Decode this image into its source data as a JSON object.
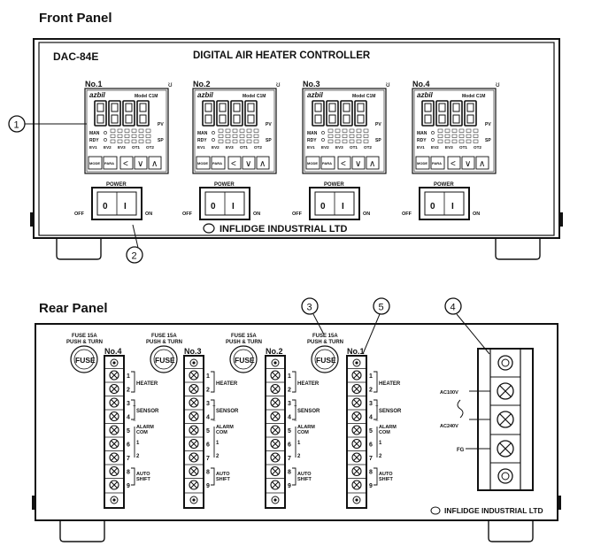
{
  "front": {
    "heading": "Front Panel",
    "model": "DAC-84E",
    "title": "DIGITAL AIR HEATER CONTROLLER",
    "company": "INFLIDGE INDUSTRIAL LTD",
    "power_label": "POWER",
    "off_label": "OFF",
    "on_label": "ON",
    "switch_off_glyph": "0",
    "switch_on_glyph": "I",
    "brand": "azbil",
    "model_code": "Model C1M",
    "pv_label": "PV",
    "sp_label": "SP",
    "man_label": "MAN",
    "rdy_label": "RDY",
    "indicators": [
      "EV1",
      "EV2",
      "EV3",
      "OT1",
      "OT2"
    ],
    "mode_label": "MODE",
    "para_label": "PARA",
    "key_left": "<",
    "key_down": "∨",
    "key_up": "∧",
    "units": [
      "No.1",
      "No.2",
      "No.3",
      "No.4"
    ],
    "callouts": [
      "1",
      "2"
    ]
  },
  "rear": {
    "heading": "Rear Panel",
    "company": "INFLIDGE INDUSTRIAL LTD",
    "fuse_label": "FUSE",
    "fuse_caption_1": "FUSE 15A",
    "fuse_caption_2": "PUSH & TURN",
    "channels": [
      "No.4",
      "No.3",
      "No.2",
      "No.1"
    ],
    "heater_label": "HEATER",
    "sensor_label": "SENSOR",
    "alarm_label": "ALARM",
    "com_label": "COM",
    "auto_label": "AUTO",
    "shift_label": "SHIFT",
    "terminal_numbers": [
      "1",
      "2",
      "3",
      "4",
      "5",
      "6",
      "7",
      "8",
      "9"
    ],
    "ac_label_1": "AC100V",
    "ac_label_2": "AC240V",
    "fg_label": "FG",
    "callouts": [
      "3",
      "5",
      "4"
    ]
  }
}
